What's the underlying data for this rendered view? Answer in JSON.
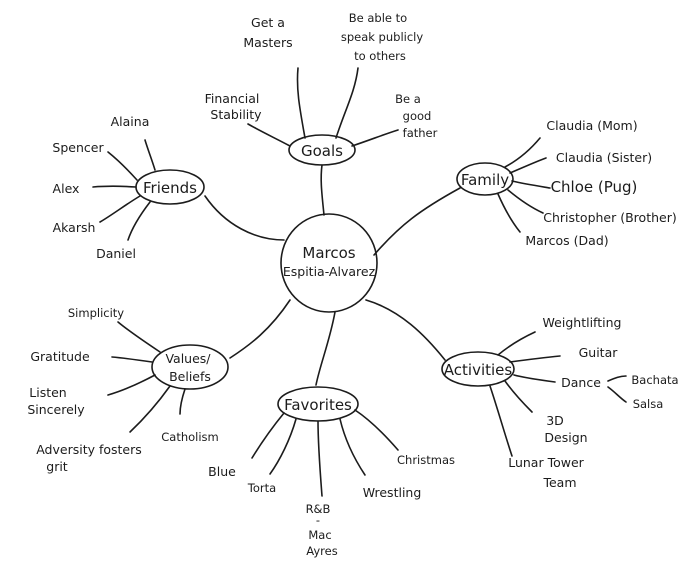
{
  "center": {
    "line1": "Marcos",
    "line2": "Espitia-Alvarez"
  },
  "goals": {
    "label": "Goals",
    "items": [
      {
        "lines": [
          "Get a",
          "Masters"
        ]
      },
      {
        "lines": [
          "Be able to",
          "speak publicly",
          "to others"
        ]
      },
      {
        "lines": [
          "Financial",
          "Stability"
        ]
      },
      {
        "lines": [
          "Be a",
          "good",
          "father"
        ]
      }
    ]
  },
  "friends": {
    "label": "Friends",
    "items": [
      "Alaina",
      "Spencer",
      "Alex",
      "Akarsh",
      "Daniel"
    ]
  },
  "family": {
    "label": "Family",
    "items": [
      "Claudia (Mom)",
      "Claudia (Sister)",
      "Chloe (Pug)",
      "Christopher (Brother)",
      "Marcos (Dad)"
    ]
  },
  "values": {
    "label_lines": [
      "Values/",
      "Beliefs"
    ],
    "items": [
      {
        "lines": [
          "Simplicity"
        ]
      },
      {
        "lines": [
          "Gratitude"
        ]
      },
      {
        "lines": [
          "Listen",
          "Sincerely"
        ]
      },
      {
        "lines": [
          "Adversity fosters",
          "grit"
        ]
      },
      {
        "lines": [
          "Catholism"
        ]
      }
    ]
  },
  "activities": {
    "label": "Activities",
    "items": [
      {
        "lines": [
          "Weightlifting"
        ]
      },
      {
        "lines": [
          "Guitar"
        ]
      },
      {
        "lines": [
          "Dance"
        ]
      },
      {
        "lines": [
          "3D",
          "Design"
        ]
      },
      {
        "lines": [
          "Lunar Tower",
          "Team"
        ]
      }
    ],
    "dance_styles": [
      "Bachata",
      "Salsa"
    ]
  },
  "favorites": {
    "label": "Favorites",
    "items": [
      {
        "lines": [
          "Blue"
        ]
      },
      {
        "lines": [
          "Torta"
        ]
      },
      {
        "lines": [
          "R&B",
          "-",
          "Mac",
          "Ayres"
        ]
      },
      {
        "lines": [
          "Wrestling"
        ]
      },
      {
        "lines": [
          "Christmas"
        ]
      }
    ]
  }
}
